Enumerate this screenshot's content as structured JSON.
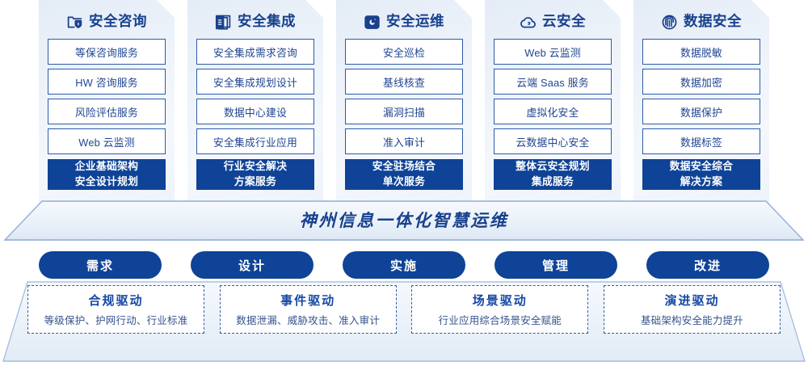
{
  "columns": [
    {
      "icon": "folder-shield-icon",
      "title": "安全咨询",
      "items": [
        "等保咨询服务",
        "HW 咨询服务",
        "风险评估服务",
        "Web 云监测"
      ],
      "summary": [
        "企业基础架构",
        "安全设计规划"
      ]
    },
    {
      "icon": "stacked-documents-icon",
      "title": "安全集成",
      "items": [
        "安全集成需求咨询",
        "安全集成规划设计",
        "数据中心建设",
        "安全集成行业应用"
      ],
      "summary": [
        "行业安全解决",
        "方案服务"
      ]
    },
    {
      "icon": "monitor-chart-icon",
      "title": "安全运维",
      "items": [
        "安全巡检",
        "基线核查",
        "漏洞扫描",
        "准入审计"
      ],
      "summary": [
        "安全驻场结合",
        "单次服务"
      ]
    },
    {
      "icon": "cloud-icon",
      "title": "云安全",
      "items": [
        "Web 云监测",
        "云端 Saas 服务",
        "虚拟化安全",
        "云数据中心安全"
      ],
      "summary": [
        "整体云安全规划",
        "集成服务"
      ]
    },
    {
      "icon": "fingerprint-icon",
      "title": "数据安全",
      "items": [
        "数据脱敏",
        "数据加密",
        "数据保护",
        "数据标签"
      ],
      "summary": [
        "数据安全综合",
        "解决方案"
      ]
    }
  ],
  "banner": {
    "text": "神州信息一体化智慧运维"
  },
  "pills": [
    {
      "label": "需求"
    },
    {
      "label": "设计"
    },
    {
      "label": "实施"
    },
    {
      "label": "管理"
    },
    {
      "label": "改进"
    }
  ],
  "drivers": [
    {
      "title": "合规驱动",
      "subtitle": "等级保护、护网行动、行业标准"
    },
    {
      "title": "事件驱动",
      "subtitle": "数据泄漏、威胁攻击、准入审计"
    },
    {
      "title": "场景驱动",
      "subtitle": "行业应用综合场景安全赋能"
    },
    {
      "title": "演进驱动",
      "subtitle": "基础架构安全能力提升"
    }
  ],
  "colors": {
    "brand_blue": "#0f4397",
    "panel_border": "#2f5aa8",
    "title_blue": "#19418d",
    "panel_bg": "#eef3fa"
  }
}
